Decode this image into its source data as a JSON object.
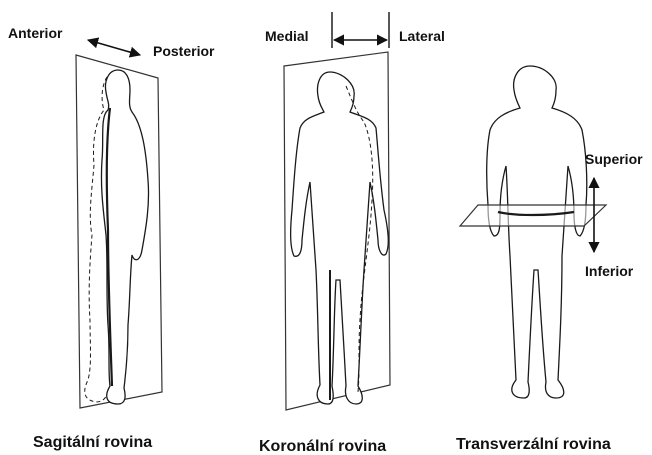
{
  "panels": [
    {
      "caption": "Sagitální rovina",
      "direction_labels": [
        "Anterior",
        "Posterior"
      ]
    },
    {
      "caption": "Koronální rovina",
      "direction_labels": [
        "Medial",
        "Lateral"
      ]
    },
    {
      "caption": "Transverzální rovina",
      "direction_labels": [
        "Superior",
        "Inferior"
      ]
    }
  ],
  "colors": {
    "figure_stroke": "#1a1a1a",
    "plane_stroke": "#333333",
    "label": "#111111"
  }
}
